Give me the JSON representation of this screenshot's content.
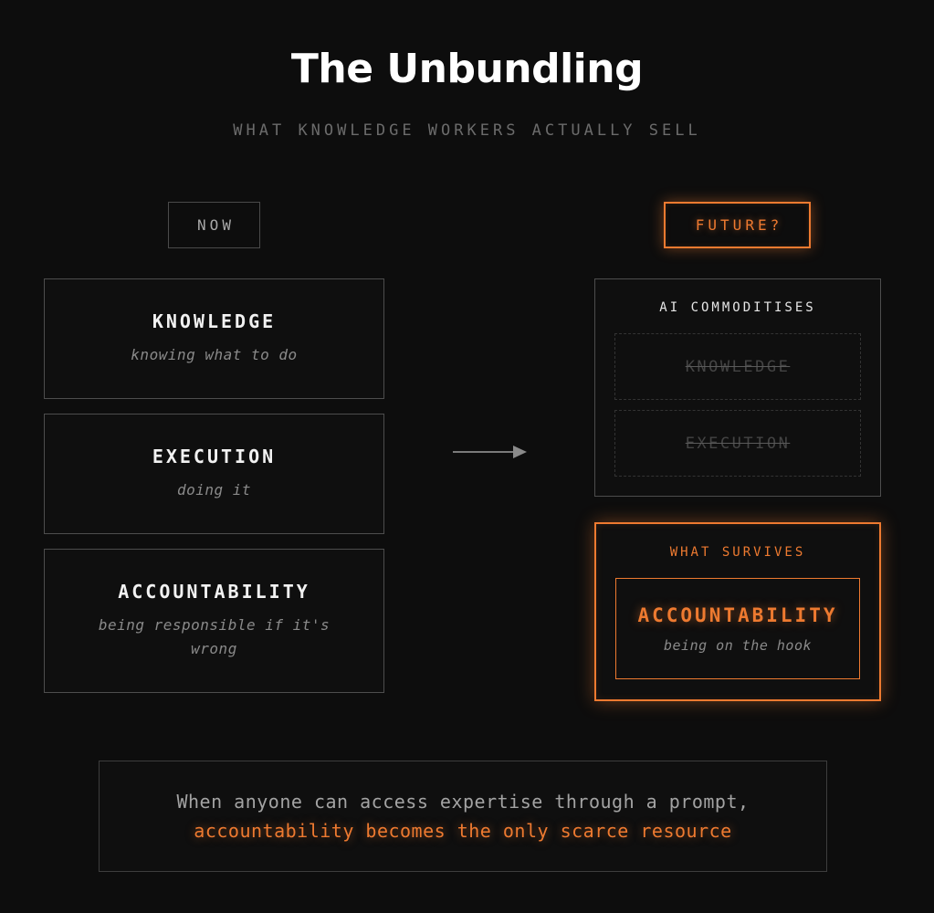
{
  "header": {
    "title": "The Unbundling",
    "subtitle": "WHAT KNOWLEDGE WORKERS ACTUALLY SELL"
  },
  "now": {
    "tag": "NOW",
    "cards": [
      {
        "title": "KNOWLEDGE",
        "subtitle": "knowing what to do"
      },
      {
        "title": "EXECUTION",
        "subtitle": "doing it"
      },
      {
        "title": "ACCOUNTABILITY",
        "subtitle": "being responsible if it's wrong"
      }
    ]
  },
  "future": {
    "tag": "FUTURE?",
    "commoditised": {
      "label": "AI COMMODITISES",
      "items": [
        "KNOWLEDGE",
        "EXECUTION"
      ]
    },
    "survives": {
      "label": "WHAT SURVIVES",
      "title": "ACCOUNTABILITY",
      "subtitle": "being on the hook"
    }
  },
  "conclusion": {
    "line1": "When anyone can access expertise through a prompt,",
    "line2": "accountability becomes the only scarce resource"
  },
  "colors": {
    "accent": "#ee7a30",
    "background": "#0d0d0d",
    "border": "#4d4d4d"
  }
}
